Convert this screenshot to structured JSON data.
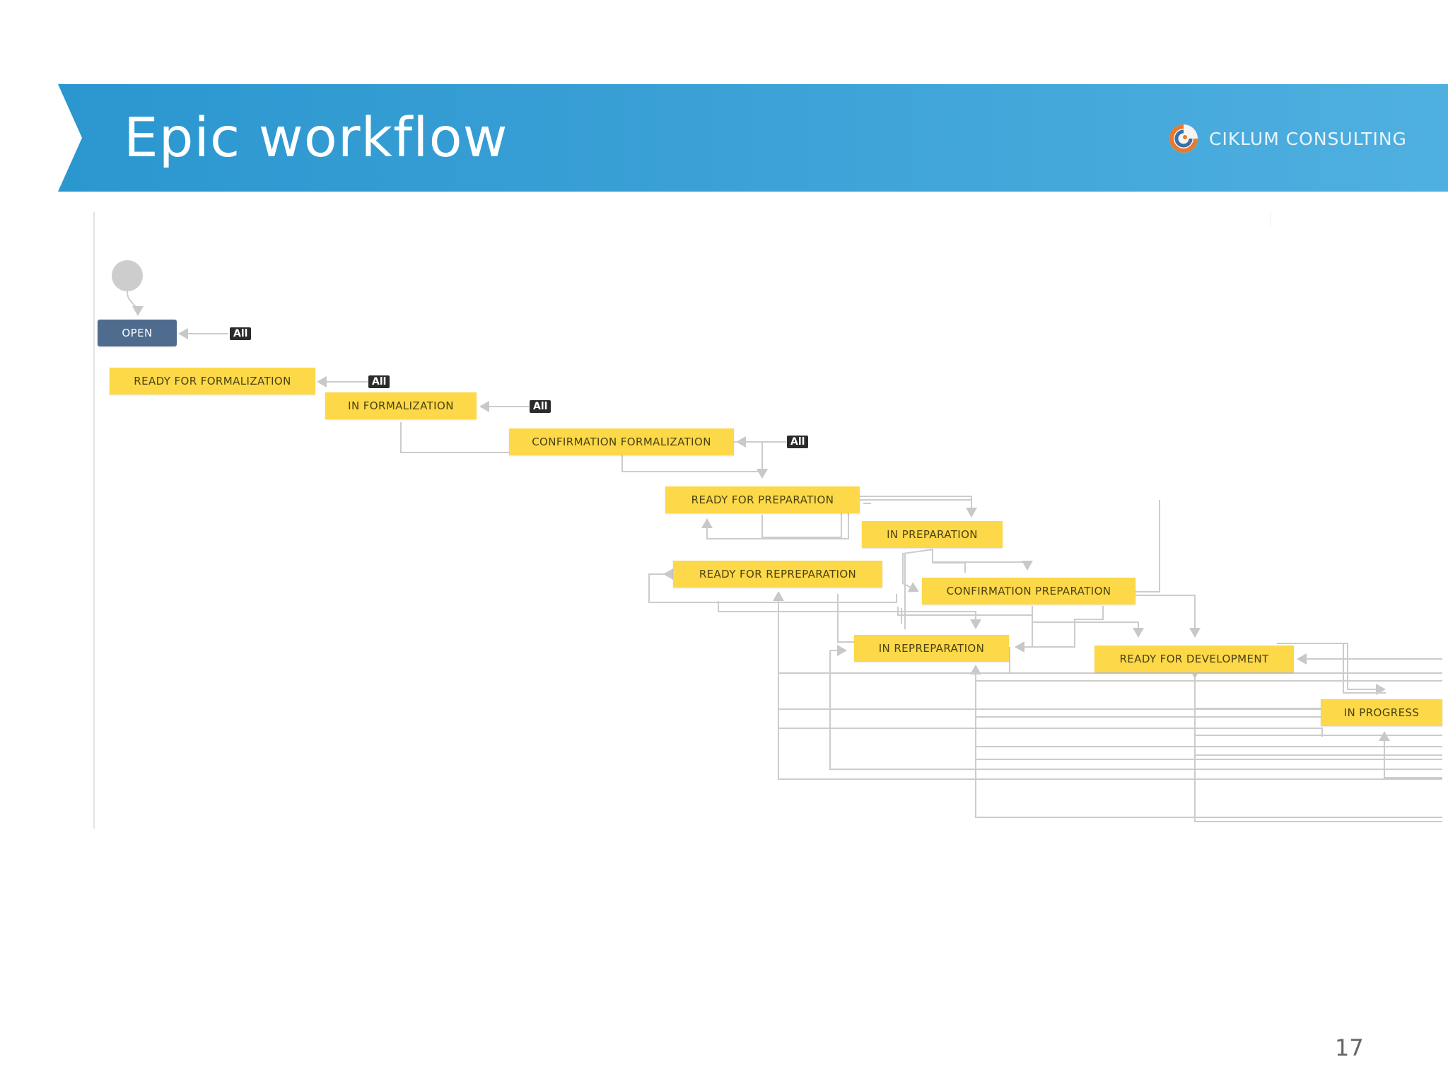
{
  "slide": {
    "title": "Epic workflow",
    "brand": "CIKLUM CONSULTING",
    "brand_logo_icon": "ciklum-logo-icon",
    "page_number": "17",
    "banner_color": "#2b97cf"
  },
  "workflow": {
    "start_icon": "start-circle-icon",
    "all_label": "All",
    "statuses": {
      "open": "OPEN",
      "ready_for_formalization": "READY FOR FORMALIZATION",
      "in_formalization": "IN FORMALIZATION",
      "confirmation_formalization": "CONFIRMATION FORMALIZATION",
      "ready_for_preparation": "READY FOR PREPARATION",
      "in_preparation": "IN PREPARATION",
      "ready_for_repreparation": "READY FOR REPREPARATION",
      "confirmation_preparation": "CONFIRMATION PREPARATION",
      "in_repreparation": "IN REPREPARATION",
      "ready_for_development": "READY FOR DEVELOPMENT",
      "in_progress": "IN PROGRESS"
    },
    "colors": {
      "status_fill": "#fdd848",
      "open_fill": "#4f6b8e",
      "connector": "#c8c8c8"
    }
  }
}
